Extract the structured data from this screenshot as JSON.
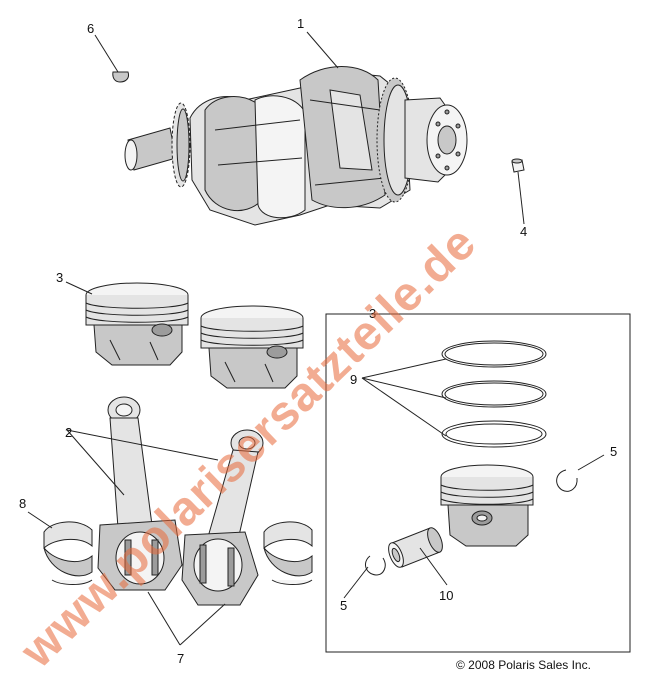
{
  "callouts": {
    "c1": "1",
    "c2": "2",
    "c3_pistons": "3",
    "c3_kit": "3",
    "c4": "4",
    "c5_right": "5",
    "c5_left": "5",
    "c6": "6",
    "c7": "7",
    "c8": "8",
    "c9": "9",
    "c10": "10"
  },
  "copyright": "© 2008 Polaris Sales Inc.",
  "watermark": "www.polarisersatzteile.de",
  "colors": {
    "watermark": "#e86a3a",
    "line": "#222222"
  }
}
